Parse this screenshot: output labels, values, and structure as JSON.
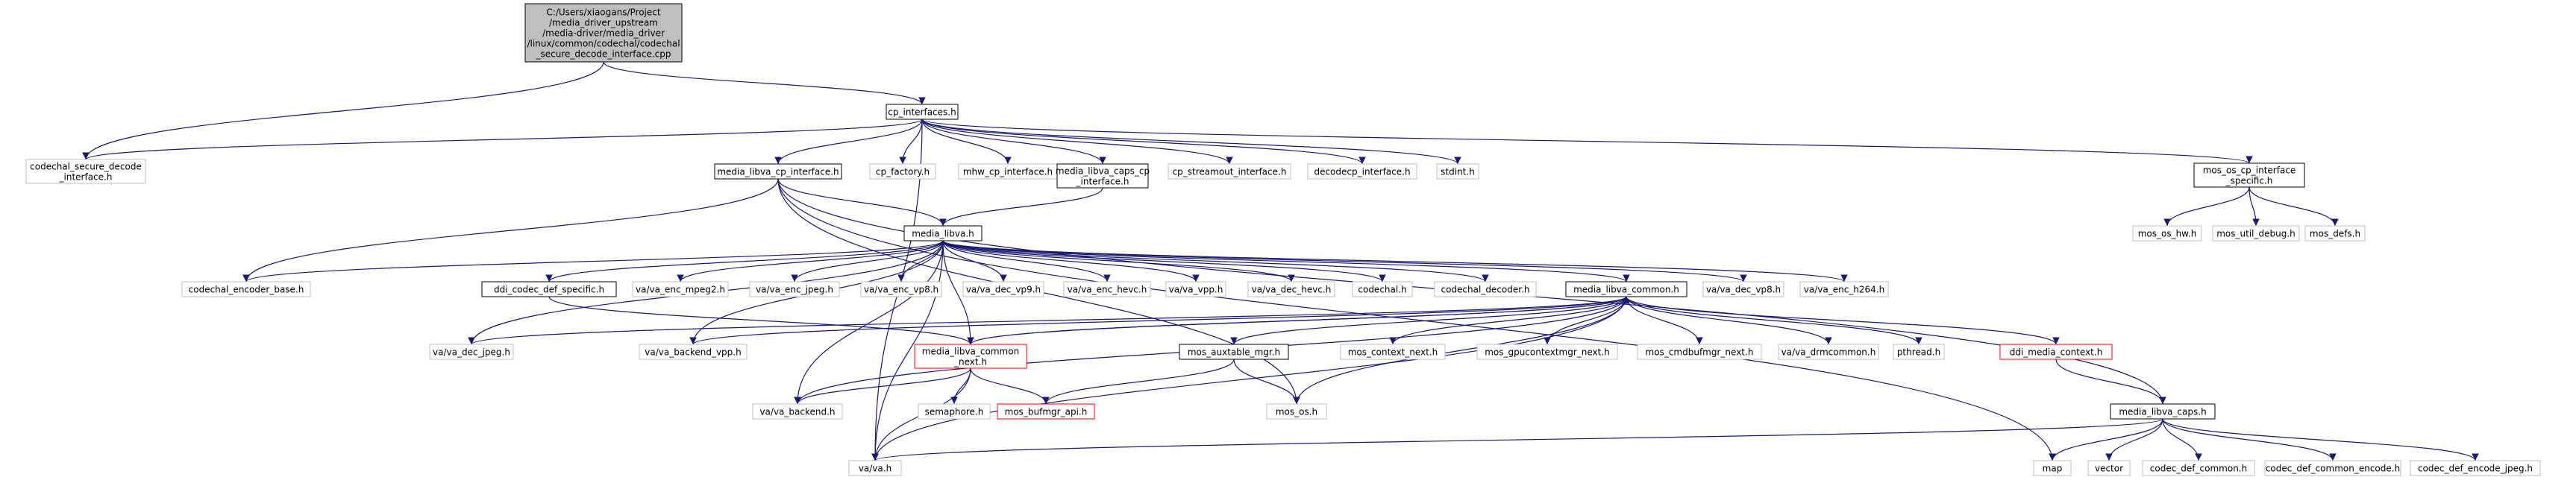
{
  "colors": {
    "edge": "#191970",
    "root_fill": "#bfbfbf",
    "documented_border": "#000000",
    "undocumented_border": "#bfbfbf",
    "incomplete_border": "#ff0000"
  },
  "nodes": [
    {
      "id": "root",
      "lines": [
        "C:/Users/xiaogans/Project",
        "/media_driver_upstream",
        "/media-driver/media_driver",
        "/linux/common/codechal/codechal",
        "_secure_decode_interface.cpp"
      ],
      "style": "root"
    },
    {
      "id": "cp_interfaces",
      "lines": [
        "cp_interfaces.h"
      ],
      "style": "doc"
    },
    {
      "id": "codechal_secure",
      "lines": [
        "codechal_secure_decode",
        "_interface.h"
      ],
      "style": "plain"
    },
    {
      "id": "media_libva_cp",
      "lines": [
        "media_libva_cp_interface.h"
      ],
      "style": "doc"
    },
    {
      "id": "cp_factory",
      "lines": [
        "cp_factory.h"
      ],
      "style": "plain"
    },
    {
      "id": "mhw_cp",
      "lines": [
        "mhw_cp_interface.h"
      ],
      "style": "plain"
    },
    {
      "id": "media_libva_caps_cp",
      "lines": [
        "media_libva_caps_cp",
        "_interface.h"
      ],
      "style": "doc"
    },
    {
      "id": "cp_streamout",
      "lines": [
        "cp_streamout_interface.h"
      ],
      "style": "plain"
    },
    {
      "id": "decodecp",
      "lines": [
        "decodecp_interface.h"
      ],
      "style": "plain"
    },
    {
      "id": "stdint",
      "lines": [
        "stdint.h"
      ],
      "style": "plain"
    },
    {
      "id": "mos_os_cp",
      "lines": [
        "mos_os_cp_interface",
        "_specific.h"
      ],
      "style": "doc"
    },
    {
      "id": "mos_os_hw",
      "lines": [
        "mos_os_hw.h"
      ],
      "style": "plain"
    },
    {
      "id": "mos_util_debug",
      "lines": [
        "mos_util_debug.h"
      ],
      "style": "plain"
    },
    {
      "id": "mos_defs",
      "lines": [
        "mos_defs.h"
      ],
      "style": "plain"
    },
    {
      "id": "media_libva",
      "lines": [
        "media_libva.h"
      ],
      "style": "doc"
    },
    {
      "id": "codechal_encoder_base",
      "lines": [
        "codechal_encoder_base.h"
      ],
      "style": "plain"
    },
    {
      "id": "ddi_codec_def",
      "lines": [
        "ddi_codec_def_specific.h"
      ],
      "style": "doc"
    },
    {
      "id": "va_enc_mpeg2",
      "lines": [
        "va/va_enc_mpeg2.h"
      ],
      "style": "plain"
    },
    {
      "id": "va_enc_jpeg",
      "lines": [
        "va/va_enc_jpeg.h"
      ],
      "style": "plain"
    },
    {
      "id": "va_enc_vp8",
      "lines": [
        "va/va_enc_vp8.h"
      ],
      "style": "plain"
    },
    {
      "id": "va_dec_vp9",
      "lines": [
        "va/va_dec_vp9.h"
      ],
      "style": "plain"
    },
    {
      "id": "va_enc_hevc",
      "lines": [
        "va/va_enc_hevc.h"
      ],
      "style": "plain"
    },
    {
      "id": "va_vpp",
      "lines": [
        "va/va_vpp.h"
      ],
      "style": "plain"
    },
    {
      "id": "va_dec_hevc",
      "lines": [
        "va/va_dec_hevc.h"
      ],
      "style": "plain"
    },
    {
      "id": "codechal",
      "lines": [
        "codechal.h"
      ],
      "style": "plain"
    },
    {
      "id": "codechal_decoder",
      "lines": [
        "codechal_decoder.h"
      ],
      "style": "plain"
    },
    {
      "id": "media_libva_common",
      "lines": [
        "media_libva_common.h"
      ],
      "style": "doc"
    },
    {
      "id": "va_dec_vp8",
      "lines": [
        "va/va_dec_vp8.h"
      ],
      "style": "plain"
    },
    {
      "id": "va_enc_h264",
      "lines": [
        "va/va_enc_h264.h"
      ],
      "style": "plain"
    },
    {
      "id": "va_dec_jpeg",
      "lines": [
        "va/va_dec_jpeg.h"
      ],
      "style": "plain"
    },
    {
      "id": "va_backend_vpp",
      "lines": [
        "va/va_backend_vpp.h"
      ],
      "style": "plain"
    },
    {
      "id": "media_libva_common_next",
      "lines": [
        "media_libva_common",
        "_next.h"
      ],
      "style": "red"
    },
    {
      "id": "mos_auxtable_mgr",
      "lines": [
        "mos_auxtable_mgr.h"
      ],
      "style": "doc"
    },
    {
      "id": "mos_context_next",
      "lines": [
        "mos_context_next.h"
      ],
      "style": "plain"
    },
    {
      "id": "mos_gpucontextmgr_next",
      "lines": [
        "mos_gpucontextmgr_next.h"
      ],
      "style": "plain"
    },
    {
      "id": "mos_cmdbufmgr_next",
      "lines": [
        "mos_cmdbufmgr_next.h"
      ],
      "style": "plain"
    },
    {
      "id": "va_drmcommon",
      "lines": [
        "va/va_drmcommon.h"
      ],
      "style": "plain"
    },
    {
      "id": "pthread",
      "lines": [
        "pthread.h"
      ],
      "style": "plain"
    },
    {
      "id": "ddi_media_context",
      "lines": [
        "ddi_media_context.h"
      ],
      "style": "red"
    },
    {
      "id": "va_backend",
      "lines": [
        "va/va_backend.h"
      ],
      "style": "plain"
    },
    {
      "id": "semaphore",
      "lines": [
        "semaphore.h"
      ],
      "style": "plain"
    },
    {
      "id": "mos_bufmgr_api",
      "lines": [
        "mos_bufmgr_api.h"
      ],
      "style": "red"
    },
    {
      "id": "mos_os",
      "lines": [
        "mos_os.h"
      ],
      "style": "plain"
    },
    {
      "id": "media_libva_caps",
      "lines": [
        "media_libva_caps.h"
      ],
      "style": "doc"
    },
    {
      "id": "va",
      "lines": [
        "va/va.h"
      ],
      "style": "plain"
    },
    {
      "id": "map",
      "lines": [
        "map"
      ],
      "style": "plain"
    },
    {
      "id": "vector",
      "lines": [
        "vector"
      ],
      "style": "plain"
    },
    {
      "id": "codec_def_common",
      "lines": [
        "codec_def_common.h"
      ],
      "style": "plain"
    },
    {
      "id": "codec_def_common_encode",
      "lines": [
        "codec_def_common_encode.h"
      ],
      "style": "plain"
    },
    {
      "id": "codec_def_encode_jpeg",
      "lines": [
        "codec_def_encode_jpeg.h"
      ],
      "style": "plain"
    }
  ],
  "edges": [
    [
      "root",
      "cp_interfaces"
    ],
    [
      "root",
      "codechal_secure"
    ],
    [
      "cp_interfaces",
      "codechal_secure"
    ],
    [
      "cp_interfaces",
      "media_libva_cp"
    ],
    [
      "cp_interfaces",
      "cp_factory"
    ],
    [
      "cp_interfaces",
      "mhw_cp"
    ],
    [
      "cp_interfaces",
      "media_libva_caps_cp"
    ],
    [
      "cp_interfaces",
      "cp_streamout"
    ],
    [
      "cp_interfaces",
      "decodecp"
    ],
    [
      "cp_interfaces",
      "stdint"
    ],
    [
      "cp_interfaces",
      "mos_os_cp"
    ],
    [
      "cp_interfaces",
      "va"
    ],
    [
      "mos_os_cp",
      "mos_os_hw"
    ],
    [
      "mos_os_cp",
      "mos_util_debug"
    ],
    [
      "mos_os_cp",
      "mos_defs"
    ],
    [
      "media_libva_cp",
      "media_libva"
    ],
    [
      "media_libva_cp",
      "codechal_encoder_base"
    ],
    [
      "media_libva_cp",
      "map"
    ],
    [
      "media_libva_cp",
      "mos_os"
    ],
    [
      "media_libva_cp",
      "media_libva_caps"
    ],
    [
      "media_libva_caps_cp",
      "media_libva"
    ],
    [
      "media_libva",
      "codechal_encoder_base"
    ],
    [
      "media_libva",
      "ddi_codec_def"
    ],
    [
      "media_libva",
      "va_enc_mpeg2"
    ],
    [
      "media_libva",
      "va_enc_jpeg"
    ],
    [
      "media_libva",
      "va_enc_vp8"
    ],
    [
      "media_libva",
      "va_dec_vp9"
    ],
    [
      "media_libva",
      "va_enc_hevc"
    ],
    [
      "media_libva",
      "va_vpp"
    ],
    [
      "media_libva",
      "va_dec_hevc"
    ],
    [
      "media_libva",
      "codechal"
    ],
    [
      "media_libva",
      "codechal_decoder"
    ],
    [
      "media_libva",
      "media_libva_common"
    ],
    [
      "media_libva",
      "va_dec_vp8"
    ],
    [
      "media_libva",
      "va_enc_h264"
    ],
    [
      "media_libva",
      "va_dec_jpeg"
    ],
    [
      "media_libva",
      "va_backend_vpp"
    ],
    [
      "media_libva",
      "va_backend"
    ],
    [
      "media_libva",
      "va"
    ],
    [
      "media_libva",
      "media_libva_common_next"
    ],
    [
      "ddi_codec_def",
      "media_libva_common_next"
    ],
    [
      "media_libva_common",
      "va_dec_jpeg"
    ],
    [
      "media_libva_common",
      "va_backend_vpp"
    ],
    [
      "media_libva_common",
      "media_libva_common_next"
    ],
    [
      "media_libva_common",
      "mos_auxtable_mgr"
    ],
    [
      "media_libva_common",
      "mos_context_next"
    ],
    [
      "media_libva_common",
      "mos_gpucontextmgr_next"
    ],
    [
      "media_libva_common",
      "mos_cmdbufmgr_next"
    ],
    [
      "media_libva_common",
      "va_drmcommon"
    ],
    [
      "media_libva_common",
      "pthread"
    ],
    [
      "media_libva_common",
      "ddi_media_context"
    ],
    [
      "media_libva_common",
      "va_backend"
    ],
    [
      "media_libva_common",
      "mos_os"
    ],
    [
      "media_libva_common",
      "va"
    ],
    [
      "media_libva_common_next",
      "va_backend"
    ],
    [
      "media_libva_common_next",
      "semaphore"
    ],
    [
      "media_libva_common_next",
      "mos_bufmgr_api"
    ],
    [
      "media_libva_common_next",
      "va"
    ],
    [
      "media_libva_common_next",
      "media_libva_common"
    ],
    [
      "mos_auxtable_mgr",
      "mos_bufmgr_api"
    ],
    [
      "mos_auxtable_mgr",
      "mos_os"
    ],
    [
      "ddi_media_context",
      "media_libva_caps"
    ],
    [
      "media_libva_caps",
      "va"
    ],
    [
      "media_libva_caps",
      "map"
    ],
    [
      "media_libva_caps",
      "vector"
    ],
    [
      "media_libva_caps",
      "codec_def_common"
    ],
    [
      "media_libva_caps",
      "codec_def_common_encode"
    ],
    [
      "media_libva_caps",
      "codec_def_encode_jpeg"
    ]
  ]
}
